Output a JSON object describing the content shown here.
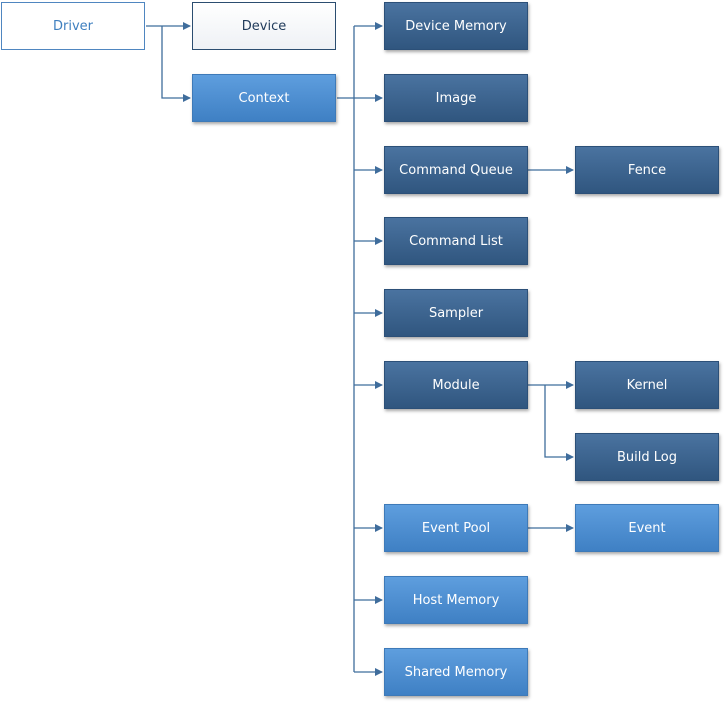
{
  "diagram": {
    "nodes": {
      "driver": "Driver",
      "device": "Device",
      "context": "Context",
      "device_memory": "Device Memory",
      "image": "Image",
      "command_queue": "Command Queue",
      "fence": "Fence",
      "command_list": "Command List",
      "sampler": "Sampler",
      "module": "Module",
      "kernel": "Kernel",
      "build_log": "Build Log",
      "event_pool": "Event Pool",
      "event": "Event",
      "host_memory": "Host Memory",
      "shared_memory": "Shared Memory"
    },
    "edges": [
      [
        "driver",
        "device"
      ],
      [
        "driver",
        "context"
      ],
      [
        "context",
        "device_memory"
      ],
      [
        "context",
        "image"
      ],
      [
        "context",
        "command_queue"
      ],
      [
        "context",
        "command_list"
      ],
      [
        "context",
        "sampler"
      ],
      [
        "context",
        "module"
      ],
      [
        "context",
        "event_pool"
      ],
      [
        "context",
        "host_memory"
      ],
      [
        "context",
        "shared_memory"
      ],
      [
        "command_queue",
        "fence"
      ],
      [
        "module",
        "kernel"
      ],
      [
        "module",
        "build_log"
      ],
      [
        "event_pool",
        "event"
      ]
    ],
    "colors": {
      "dark_node": "#3a6290",
      "light_node": "#4a8bd0",
      "connector": "#3f6d9c",
      "outline_text": "#3e7fbf"
    }
  }
}
